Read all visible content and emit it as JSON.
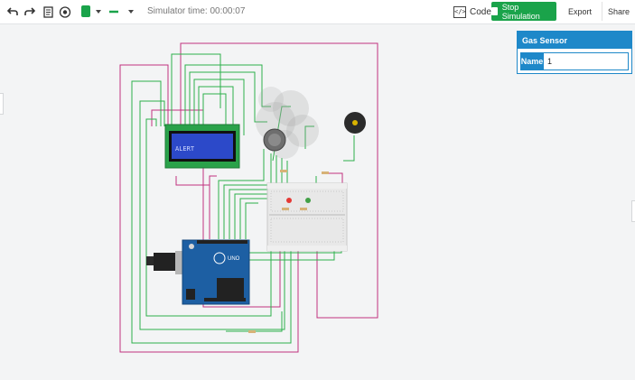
{
  "toolbar": {
    "undo_icon": "undo-icon",
    "redo_icon": "redo-icon",
    "notes_icon": "notes-icon",
    "visibility_icon": "eye-icon",
    "wire_color": "#1aa34a",
    "simulator_time": "Simulator time: 00:00:07",
    "code_label": "Code",
    "stop_label": "Stop Simulation",
    "export_label": "Export",
    "share_label": "Share"
  },
  "inspector": {
    "title": "Gas Sensor",
    "name_label": "Name",
    "name_value": "1"
  },
  "circuit": {
    "lcd_text": "ALERT",
    "arduino_label": "UNO"
  },
  "colors": {
    "accent": "#1e88c9",
    "stop_button": "#1aa34a",
    "wire_green": "#2db04b",
    "wire_magenta": "#c0327e",
    "lcd_screen": "#2c49c9",
    "board_blue": "#1d5fa3"
  }
}
